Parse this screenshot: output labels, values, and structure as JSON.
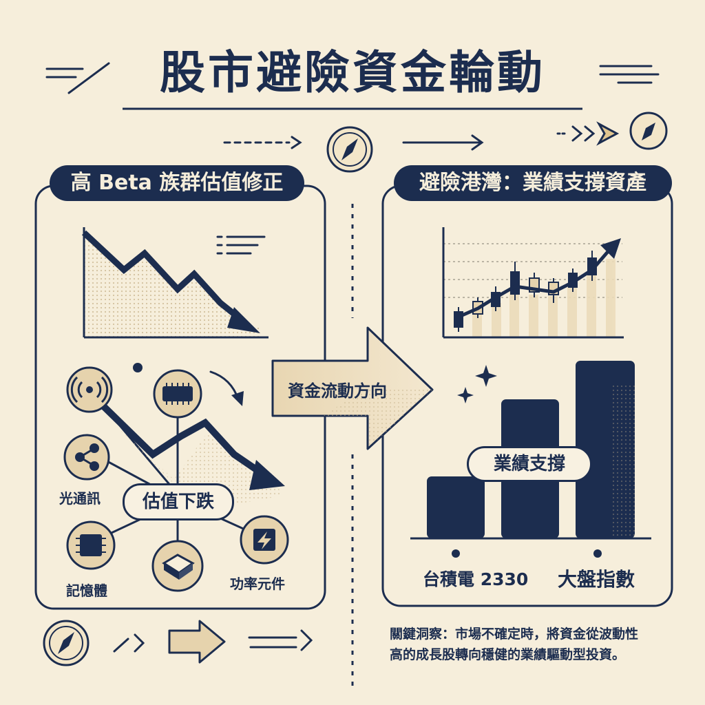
{
  "title": "股市避險資金輪動",
  "left_panel": {
    "header": "高 Beta 族群估值修正",
    "center_label": "估值下跌",
    "nodes": [
      "光通訊",
      "記憶體",
      "功率元件"
    ]
  },
  "flow_arrow_label": "資金流動方向",
  "right_panel": {
    "header": "避險港灣：業績支撐資產",
    "badge": "業績支撐",
    "bar_labels": [
      "台積電 2330",
      "大盤指數"
    ]
  },
  "insight": {
    "line1": "關鍵洞察：市場不確定時，將資金從波動性",
    "line2": "高的成長股轉向穩健的業績驅動型投資。"
  },
  "colors": {
    "navy": "#1c2d4f",
    "tan": "#e6d3ad",
    "background": "#f6eedb"
  }
}
